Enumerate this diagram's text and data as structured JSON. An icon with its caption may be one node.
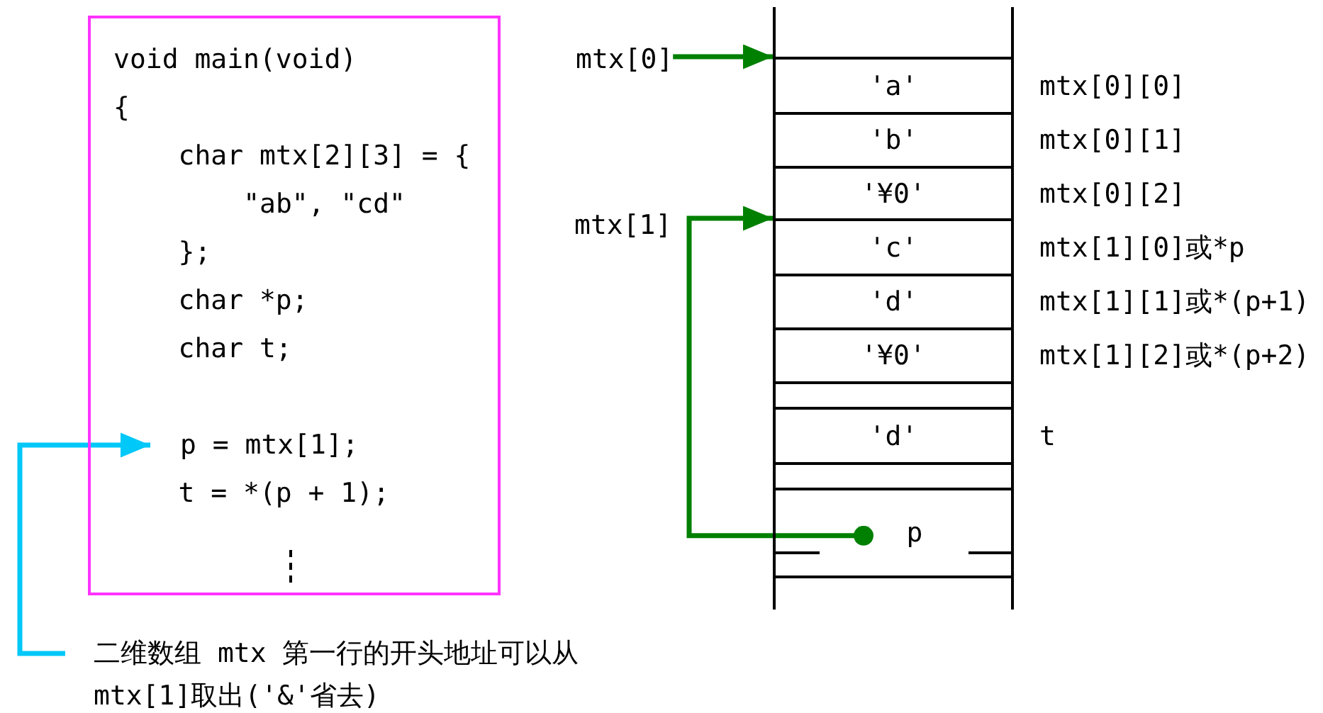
{
  "diagram": {
    "nodes": [
      {
        "text": [
          "void main(void)",
          "{",
          "char mtx[2][3] = {",
          "\"ab\", \"cd\"",
          "};",
          "char *p;",
          "char t;",
          "t = *(p + 1);"
        ]
      },
      {
        "text": [
          "p = mtx[1];"
        ],
        "in": 0
      },
      {
        "text": [
          "二维数组 mtx 第一行的开头地址可以从 mtx[1]取出('&'省去)"
        ]
      },
      {
        "text": [
          "mtx[0]"
        ]
      },
      {
        "text": [
          "'a'"
        ],
        "beside": [
          "mtx[0][0]"
        ]
      },
      {
        "text": [
          "'b'"
        ],
        "beside": [
          "mtx[0][1]"
        ]
      },
      {
        "text": [
          "'¥0'"
        ],
        "beside": [
          "mtx[0][2]"
        ]
      },
      {
        "text": [
          "'c'"
        ],
        "beside": [
          "mtx[1][0]或*p"
        ]
      },
      {
        "text": [
          "'d'"
        ],
        "beside": [
          "mtx[1][1]或*(p+1)"
        ]
      },
      {
        "text": [
          "'¥0'"
        ],
        "beside": [
          "mtx[1][2]或*(p+2)"
        ]
      },
      {
        "text": [],
        "shape": "box"
      },
      {
        "text": [
          "'d'"
        ],
        "beside": [
          "t"
        ]
      },
      {
        "text": [],
        "shape": "box"
      },
      {
        "text": [
          "p"
        ]
      }
    ],
    "edges": [
      {
        "from": 3,
        "to": 4,
        "arrow": "to"
      },
      {
        "from": 13,
        "to": 7,
        "arrow": "to"
      },
      {
        "from": 2,
        "to": 1,
        "arrow": "to",
        "color": "#00c8f8"
      }
    ],
    "labels": [
      "mtx[1]"
    ]
  }
}
